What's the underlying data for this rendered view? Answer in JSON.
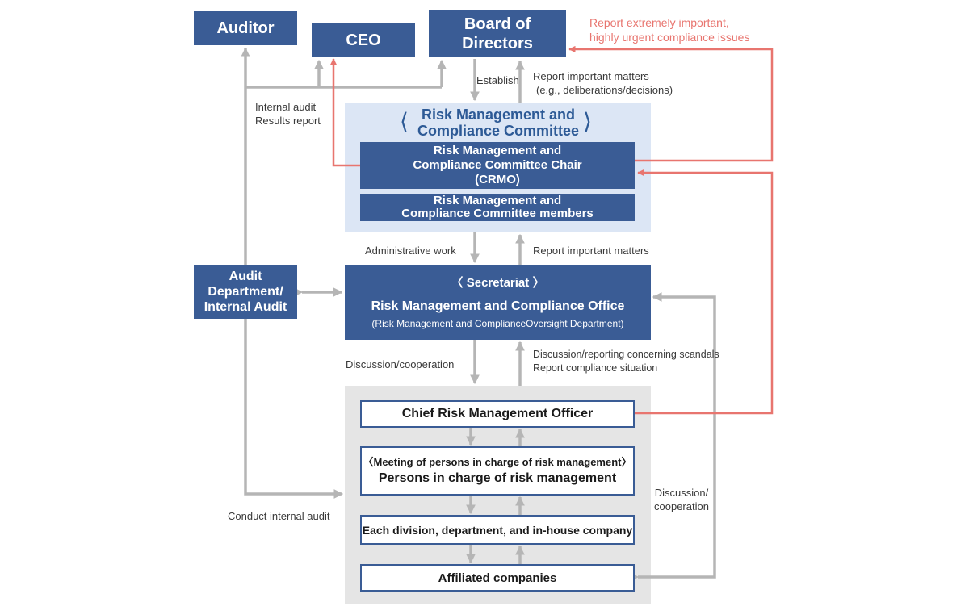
{
  "nodes": {
    "auditor": "Auditor",
    "ceo": "CEO",
    "board_line1": "Board of",
    "board_line2": "Directors",
    "rmc_title_line1": "Risk Management and",
    "rmc_title_line2": "Compliance Committee",
    "chair_line1": "Risk Management and",
    "chair_line2": "Compliance Committee Chair",
    "chair_line3": "(CRMO)",
    "members_line1": "Risk Management and",
    "members_line2": "Compliance Committee members",
    "audit_line1": "Audit",
    "audit_line2": "Department/",
    "audit_line3": "Internal Audit",
    "secretariat": "Secretariat",
    "office_line1": "Risk Management and Compliance Office",
    "office_line2": "(Risk Management and ComplianceOversight Department)",
    "cro": "Chief Risk Management Officer",
    "meeting": "Meeting of persons in charge of risk management",
    "persons": "Persons in charge of risk management",
    "divisions": "Each division, department, and in-house company",
    "affiliates": "Affiliated companies"
  },
  "labels": {
    "report_urgent_1": "Report extremely important,",
    "report_urgent_2": "highly urgent compliance issues",
    "establish": "Establish",
    "report_board_1": "Report important matters",
    "report_board_2": "(e.g., deliberations/decisions)",
    "internal_audit_1": "Internal audit",
    "internal_audit_2": "Results report",
    "admin_work": "Administrative work",
    "report_important": "Report important matters",
    "discussion_coop": "Discussion/cooperation",
    "discussion_scandals": "Discussion/reporting concerning scandals",
    "report_compliance": "Report compliance situation",
    "discussion_right_1": "Discussion/",
    "discussion_right_2": "cooperation",
    "conduct_audit": "Conduct internal audit"
  },
  "colors": {
    "box_blue": "#3a5c95",
    "committee_panel": "#dce6f5",
    "field_panel": "#e5e5e5",
    "gray_arrow": "#b5b5b5",
    "red_arrow": "#e8756f"
  }
}
